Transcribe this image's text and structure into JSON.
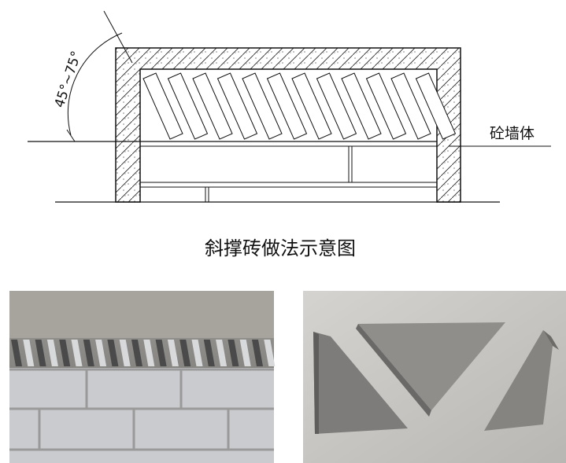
{
  "diagram": {
    "angle_label": "45°~75°",
    "wall_label": "砼墙体",
    "title": "斜撑砖做法示意图",
    "brick_count": 12
  },
  "photos": {
    "left": {
      "subject": "wall-with-diagonal-bricks"
    },
    "right": {
      "subject": "triangular-concrete-blocks"
    }
  },
  "colors": {
    "line": "#111111",
    "photo_grey": "#8a8a8a"
  }
}
